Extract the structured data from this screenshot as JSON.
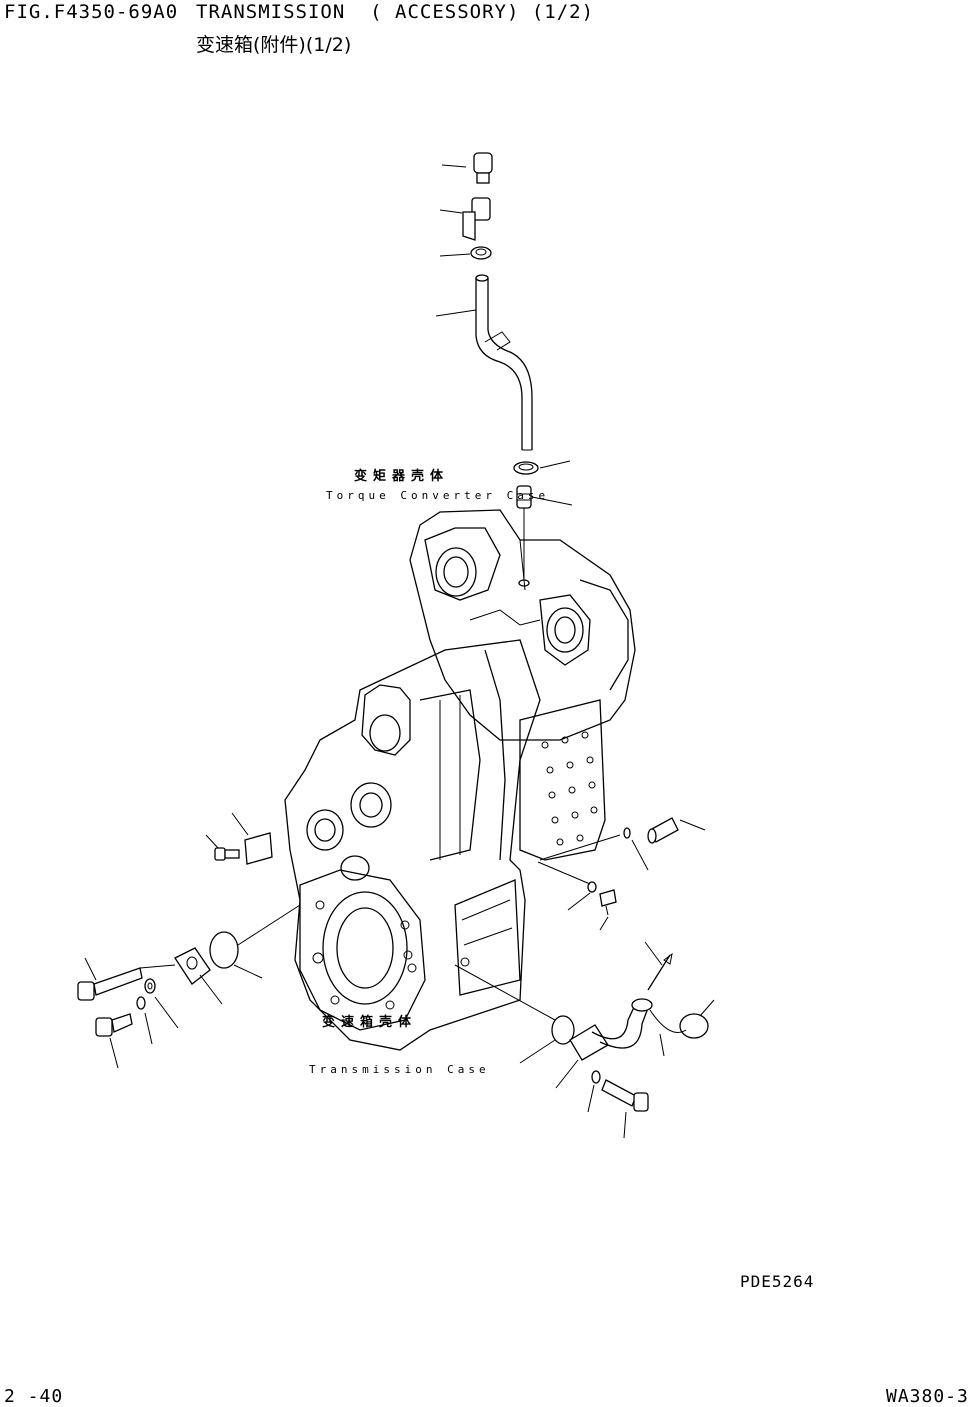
{
  "header": {
    "fig_number": "FIG.F4350-69A0",
    "title_en": "TRANSMISSION  ( ACCESSORY) (1/2)",
    "title_cn": "变速箱(附件)(1/2)"
  },
  "labels": {
    "torque_converter_case_cn": "变矩器壳体",
    "torque_converter_case_en": "Torque Converter Case",
    "transmission_case_cn": "变速箱壳体",
    "transmission_case_en": "Transmission Case"
  },
  "drawing_code": "PDE5264",
  "footer": {
    "page_number": "2 -40",
    "model": "WA380-3"
  }
}
